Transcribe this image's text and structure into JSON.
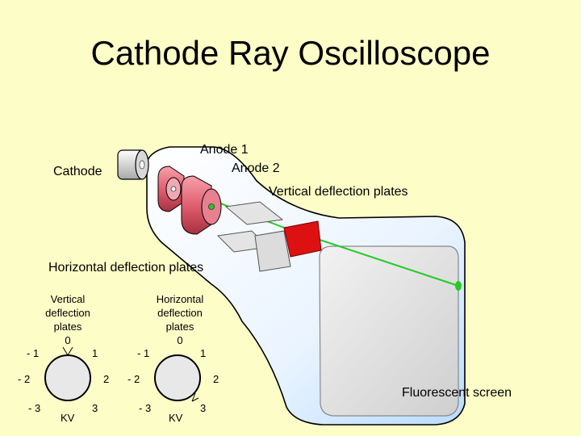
{
  "title": "Cathode Ray Oscilloscope",
  "labels": {
    "cathode": "Cathode",
    "anode1": "Anode 1",
    "anode2": "Anode 2",
    "vertical_plates": "Vertical deflection plates",
    "horizontal_plates": "Horizontal deflection plates",
    "screen": "Fluorescent screen"
  },
  "dials": [
    {
      "title_lines": [
        "Vertical",
        "deflection",
        "plates"
      ],
      "zero": "0",
      "pos1": "1",
      "neg1": "- 1",
      "pos2": "2",
      "neg2": "- 2",
      "pos3": "3",
      "neg3": "- 3",
      "unit": "KV"
    },
    {
      "title_lines": [
        "Horizontal",
        "deflection",
        "plates"
      ],
      "zero": "0",
      "pos1": "1",
      "neg1": "- 1",
      "pos2": "2",
      "neg2": "- 2",
      "pos3": "3",
      "neg3": "- 3",
      "unit": "KV"
    }
  ],
  "colors": {
    "background": "#fdfdc8",
    "beam": "#22cc22",
    "anode": "#e06070",
    "plate_red": "#dd1111"
  }
}
